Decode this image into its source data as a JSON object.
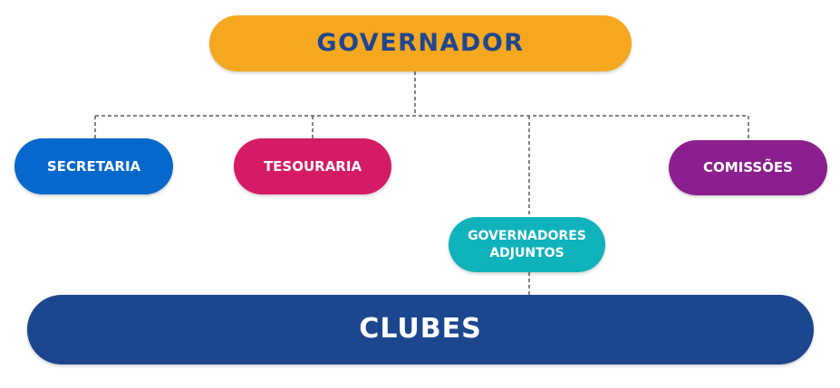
{
  "diagram": {
    "nodes": {
      "governador": "GOVERNADOR",
      "secretaria": "SECRETARIA",
      "tesouraria": "TESOURARIA",
      "governadores_adjuntos": "GOVERNADORES\nADJUNTOS",
      "comissoes": "COMISSÕES",
      "clubes": "CLUBES"
    },
    "colors": {
      "governador": "#f5a81f",
      "governador_text": "#1f4690",
      "secretaria": "#0668cd",
      "tesouraria": "#d61b66",
      "governadores_adjuntos": "#10b3bc",
      "comissoes": "#8c1f8f",
      "clubes": "#1c478e",
      "connector": "#5a5a5a"
    },
    "edges": [
      [
        "GOVERNADOR",
        "SECRETARIA"
      ],
      [
        "GOVERNADOR",
        "TESOURARIA"
      ],
      [
        "GOVERNADOR",
        "GOVERNADORES ADJUNTOS"
      ],
      [
        "GOVERNADOR",
        "COMISSÕES"
      ],
      [
        "GOVERNADORES ADJUNTOS",
        "CLUBES"
      ]
    ]
  }
}
